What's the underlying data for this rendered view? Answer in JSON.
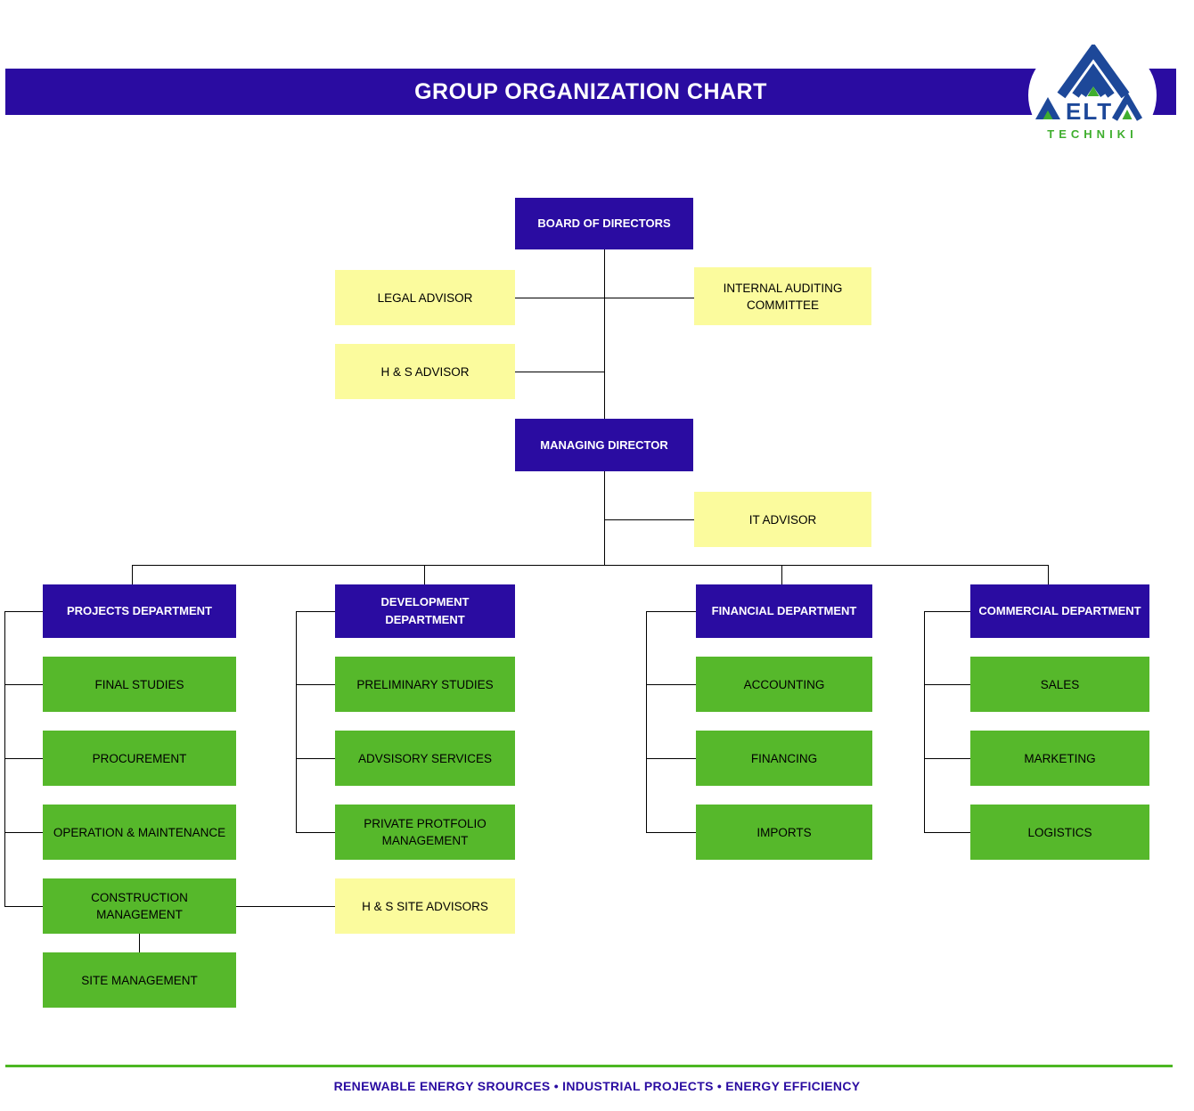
{
  "title": "GROUP ORGANIZATION CHART",
  "logo": {
    "wordmark": "ΔELTA",
    "wordmark_mid": "ELT",
    "subtitle": "TECHNIKI"
  },
  "colors": {
    "accent_blue": "#2a0ca1",
    "box_green": "#56b82b",
    "box_yellow": "#fbfb9d",
    "logo_blue": "#1d4899",
    "logo_green": "#3fae2e",
    "footer_line_green": "#4cb722"
  },
  "nodes": {
    "board": "BOARD OF DIRECTORS",
    "legal_advisor": "LEGAL ADVISOR",
    "internal_auditing": "INTERNAL AUDITING COMMITTEE",
    "hs_advisor": "H & S ADVISOR",
    "managing_director": "MANAGING DIRECTOR",
    "it_advisor": "IT ADVISOR",
    "departments": [
      {
        "label": "PROJECTS DEPARTMENT",
        "children": [
          "FINAL STUDIES",
          "PROCUREMENT",
          "OPERATION & MAINTENANCE",
          "CONSTRUCTION MANAGEMENT"
        ]
      },
      {
        "label": "DEVELOPMENT DEPARTMENT",
        "children": [
          "PRELIMINARY STUDIES",
          "ADVSISORY SERVICES",
          "PRIVATE PROTFOLIO MANAGEMENT"
        ]
      },
      {
        "label": "FINANCIAL DEPARTMENT",
        "children": [
          "ACCOUNTING",
          "FINANCING",
          "IMPORTS"
        ]
      },
      {
        "label": "COMMERCIAL DEPARTMENT",
        "children": [
          "SALES",
          "MARKETING",
          "LOGISTICS"
        ]
      }
    ],
    "hs_site_advisors": "H & S SITE ADVISORS",
    "site_management": "SITE MANAGEMENT"
  },
  "footer": "RENEWABLE ENERGY SROURCES • INDUSTRIAL PROJECTS • ENERGY EFFICIENCY"
}
